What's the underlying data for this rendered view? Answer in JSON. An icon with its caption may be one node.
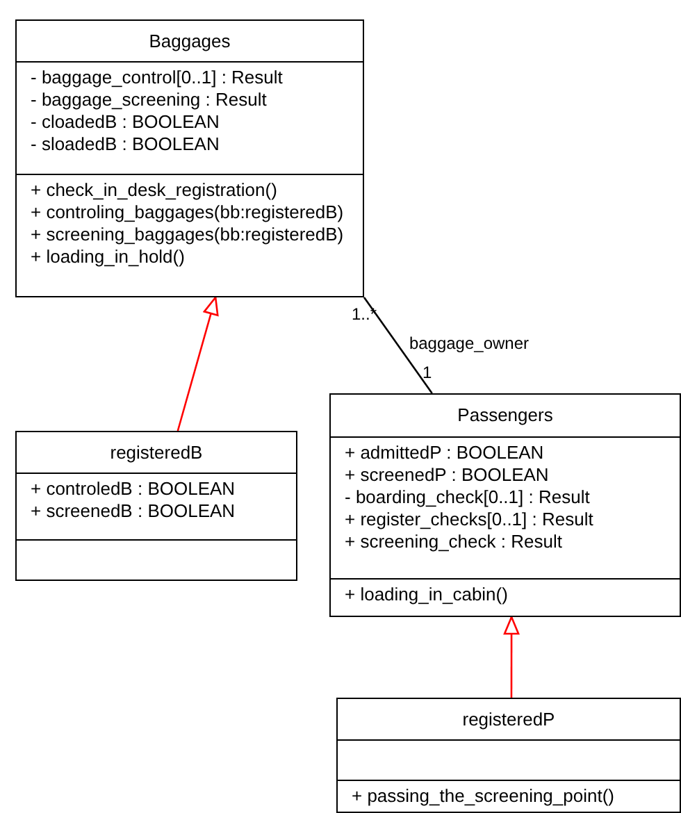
{
  "diagram": {
    "nodes": [
      {
        "text": [
          "Baggages"
        ]
      },
      {
        "text": [
          "- baggage_control[0..1] : Result",
          "- baggage_screening : Result",
          "- cloadedB : BOOLEAN",
          "- sloadedB : BOOLEAN"
        ],
        "in": 0
      },
      {
        "text": [
          "+ check_in_desk_registration()",
          "+ controling_baggages(bb:registeredB)",
          "+ screening_baggages(bb:registeredB)",
          "+ loading_in_hold()"
        ],
        "in": 0
      },
      {
        "text": [
          "registeredB"
        ]
      },
      {
        "text": [
          "+ controledB : BOOLEAN",
          "+ screenedB : BOOLEAN"
        ],
        "in": 3
      },
      {
        "text": [],
        "shape": "box",
        "in": 3
      },
      {
        "text": [
          "Passengers"
        ]
      },
      {
        "text": [
          "+ admittedP : BOOLEAN",
          "+ screenedP : BOOLEAN",
          "- boarding_check[0..1] : Result",
          "+ register_checks[0..1] : Result",
          "+ screening_check : Result"
        ],
        "in": 6
      },
      {
        "text": [
          "+ loading_in_cabin()"
        ],
        "in": 6
      },
      {
        "text": [
          "registeredP"
        ]
      },
      {
        "text": [],
        "shape": "box",
        "in": 9
      },
      {
        "text": [
          "+ passing_the_screening_point()"
        ],
        "in": 9
      }
    ],
    "edges": [
      {
        "from": 3,
        "to": 0,
        "arrow": "to",
        "color": "#ff0000"
      },
      {
        "from": 0,
        "to": 6,
        "arrow": "none",
        "label": "baggage_owner",
        "color": "#000000"
      },
      {
        "from": 9,
        "to": 6,
        "arrow": "to",
        "color": "#ff0000"
      }
    ],
    "labels": [
      "1..*",
      "1"
    ]
  }
}
